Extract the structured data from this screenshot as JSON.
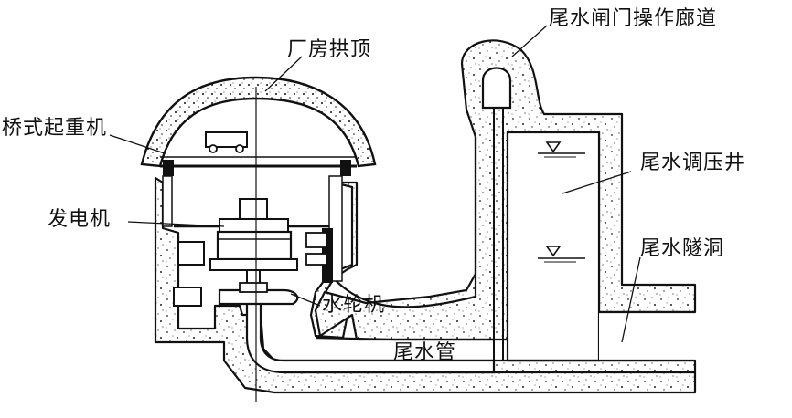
{
  "labels": {
    "arch_roof": "厂房拱顶",
    "bridge_crane": "桥式起重机",
    "generator": "发电机",
    "turbine": "水轮机",
    "draft_tube": "尾水管",
    "tailrace_gate_gallery": "尾水闸门操作廊道",
    "tailrace_surge_shaft": "尾水调压井",
    "tailrace_tunnel": "尾水隧洞"
  },
  "colors": {
    "ink": "#111111",
    "paper": "#ffffff",
    "concrete_fill": "#ffffff"
  },
  "icons": {
    "water_level_marker": "inverted-triangle"
  }
}
